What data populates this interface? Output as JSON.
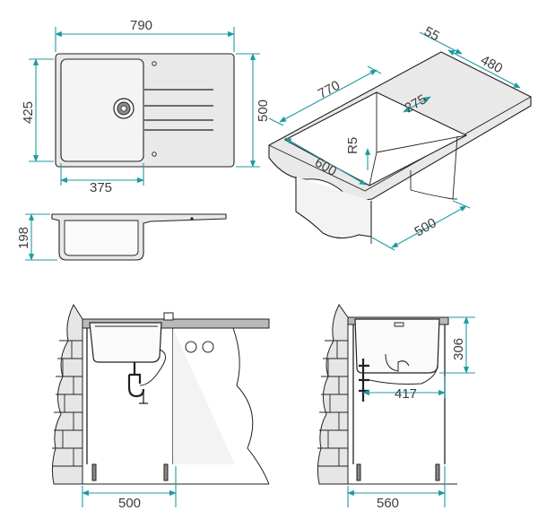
{
  "labels": {
    "top_width": "790",
    "top_height": "500",
    "bowl_height": "425",
    "bowl_width": "375",
    "side_depth": "198",
    "iso_length": "770",
    "iso_lip": "55",
    "iso_width": "480",
    "iso_bowl": "275",
    "iso_radius": "R5",
    "iso_cut": "600",
    "iso_cabinet": "500",
    "front_cabinet": "500",
    "section_height": "306",
    "section_offset": "417",
    "section_cabinet": "560"
  },
  "colors": {
    "dimension": "#1f9aa0",
    "outline": "#222222",
    "fill": "#e9e9e9"
  }
}
